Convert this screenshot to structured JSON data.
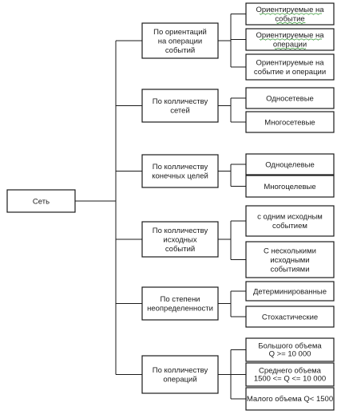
{
  "root": {
    "label": "Сеть"
  },
  "groups": [
    {
      "lines": [
        "По ориентаций",
        "на операции",
        "событий"
      ],
      "children": [
        {
          "lines": [
            "Ориентируемые на",
            "событие"
          ],
          "underline": true
        },
        {
          "lines": [
            "Ориентируемые на",
            "операции"
          ],
          "underline": true
        },
        {
          "lines": [
            "Ориентируемые на",
            "событие и операции"
          ]
        }
      ]
    },
    {
      "lines": [
        "По колличеству",
        "сетей"
      ],
      "children": [
        {
          "lines": [
            "Односетевые"
          ]
        },
        {
          "lines": [
            "Многосетевые"
          ]
        }
      ]
    },
    {
      "lines": [
        "По колличеству",
        "конечных целей"
      ],
      "children": [
        {
          "lines": [
            "Одноцелевые"
          ]
        },
        {
          "lines": [
            "Многоцелевые"
          ]
        }
      ]
    },
    {
      "lines": [
        "По колличеству",
        "исходных",
        "событий"
      ],
      "children": [
        {
          "lines": [
            "с одним исходным",
            "событием"
          ]
        },
        {
          "lines": [
            "С несколькими",
            "исходными",
            "событиями"
          ]
        }
      ]
    },
    {
      "lines": [
        "По степени",
        "неопределенности"
      ],
      "children": [
        {
          "lines": [
            "Детерминированные"
          ]
        },
        {
          "lines": [
            "Стохастические"
          ]
        }
      ]
    },
    {
      "lines": [
        "По колличеству",
        "операций"
      ],
      "children": [
        {
          "lines": [
            "Большого объема",
            "Q >= 10 000"
          ],
          "small": true
        },
        {
          "lines": [
            "Среднего объема",
            "1500 <= Q <= 10 000"
          ],
          "small": true
        },
        {
          "lines": [
            "Малого объема Q< 1500"
          ],
          "small": true
        }
      ]
    }
  ]
}
